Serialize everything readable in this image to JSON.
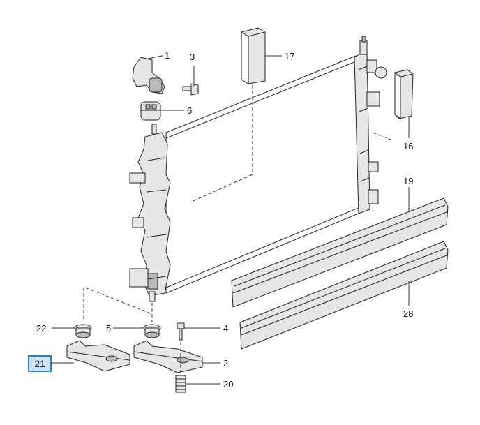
{
  "diagram": {
    "selected_callout": "21",
    "colors": {
      "line": "#222222",
      "part_fill": "#e6e6e6",
      "part_shade": "#b9b9b9",
      "highlight_fill": "#cfe3f6",
      "highlight_border": "#2a7fd4"
    },
    "callouts": [
      {
        "id": "1",
        "label": "1"
      },
      {
        "id": "3",
        "label": "3"
      },
      {
        "id": "17",
        "label": "17"
      },
      {
        "id": "6",
        "label": "6"
      },
      {
        "id": "16",
        "label": "16"
      },
      {
        "id": "19",
        "label": "19"
      },
      {
        "id": "28",
        "label": "28"
      },
      {
        "id": "22",
        "label": "22"
      },
      {
        "id": "5",
        "label": "5"
      },
      {
        "id": "4",
        "label": "4"
      },
      {
        "id": "21",
        "label": "21"
      },
      {
        "id": "2",
        "label": "2"
      },
      {
        "id": "20",
        "label": "20"
      }
    ]
  }
}
